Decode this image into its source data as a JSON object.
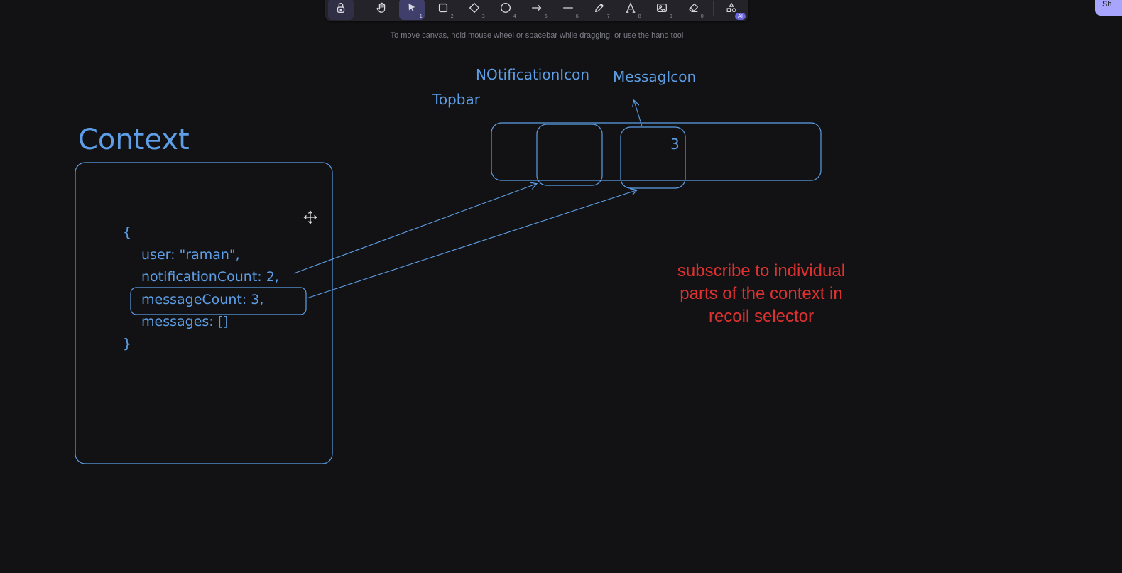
{
  "toolbar": {
    "tools": [
      {
        "name": "lock",
        "key": ""
      },
      {
        "name": "hand",
        "key": ""
      },
      {
        "name": "selection",
        "key": "1"
      },
      {
        "name": "rectangle",
        "key": "2"
      },
      {
        "name": "diamond",
        "key": "3"
      },
      {
        "name": "ellipse",
        "key": "4"
      },
      {
        "name": "arrow",
        "key": "5"
      },
      {
        "name": "line",
        "key": "6"
      },
      {
        "name": "draw",
        "key": "7"
      },
      {
        "name": "text",
        "key": "8"
      },
      {
        "name": "image",
        "key": "9"
      },
      {
        "name": "eraser",
        "key": "0"
      },
      {
        "name": "more-shapes",
        "key": ""
      }
    ],
    "active_tool": "selection",
    "ai_badge": "AI"
  },
  "hint": "To move canvas, hold mouse wheel or spacebar while dragging, or use the hand tool",
  "share_button": {
    "label": "Sh"
  },
  "drawing": {
    "context_title": "Context",
    "code_lines": [
      "{",
      "user: \"raman\",",
      "notificationCount: 2,",
      "messageCount: 3,",
      "messages: []",
      "}"
    ],
    "topbar_label": "Topbar",
    "notification_icon_label": "NOtificationIcon",
    "message_icon_label": "MessagIcon",
    "message_badge_value": "3",
    "note_lines": [
      "subscribe to individual",
      "parts of the context in",
      "recoil selector"
    ]
  },
  "colors": {
    "canvas_background": "#121214",
    "stroke_blue": "#5d9ee6",
    "note_red": "#e03131",
    "active_tool": "#403e6a"
  }
}
